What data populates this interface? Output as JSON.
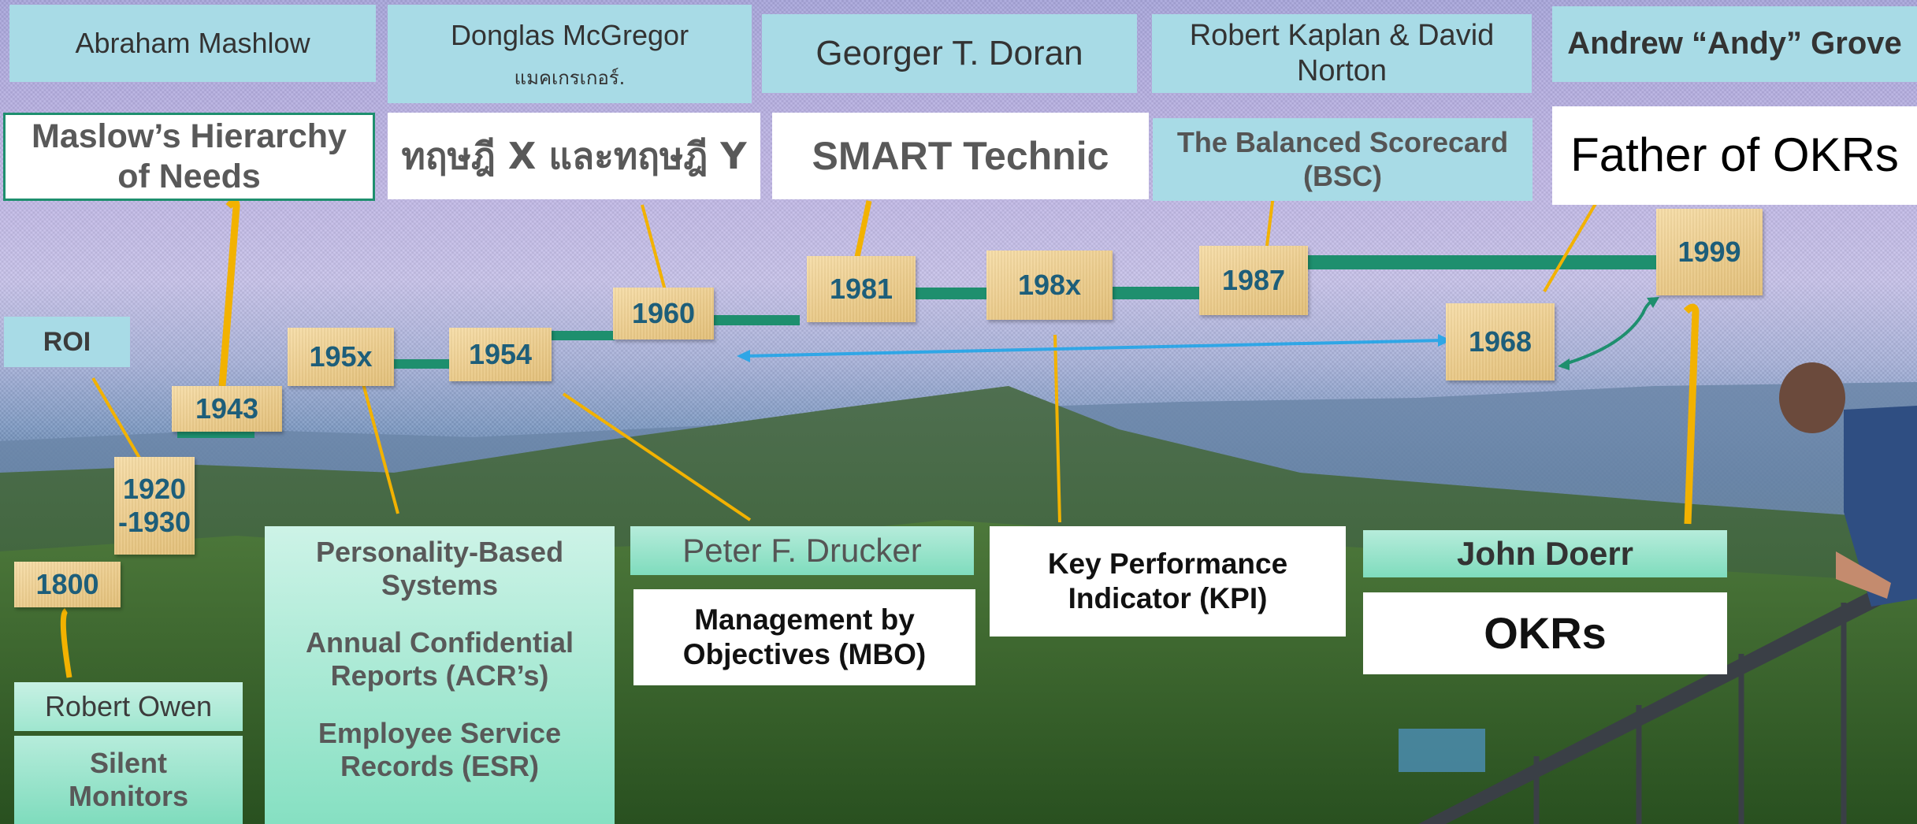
{
  "people": {
    "maslow": "Abraham Mashlow",
    "mcgregor": "Donglas McGregor",
    "mcgregor_thai": "แมคเกรเกอร์.",
    "doran": "Georger T. Doran",
    "kaplan": "Robert Kaplan & David Norton",
    "grove": "Andrew “Andy” Grove",
    "owen": "Robert Owen",
    "drucker": "Peter F. Drucker",
    "doerr": "John Doerr"
  },
  "concepts": {
    "hierarchy": "Maslow’s Hierarchy of Needs",
    "theory_xy": "ทฤษฎี X และทฤษฎี Y",
    "smart": "SMART Technic",
    "bsc": "The Balanced Scorecard (BSC)",
    "father_okr": "Father of OKRs",
    "roi": "ROI",
    "silent_monitors": "Silent Monitors",
    "personality": "Personality-Based Systems",
    "acr": "Annual Confidential Reports (ACR’s)",
    "esr": "Employee Service Records (ESR)",
    "mbo": "Management by Objectives (MBO)",
    "kpi": "Key Performance Indicator (KPI)",
    "okrs": "OKRs"
  },
  "years": {
    "y1800": "1800",
    "y1920": "1920 -1930",
    "y1943": "1943",
    "y195x": "195x",
    "y1954": "1954",
    "y1960": "1960",
    "y1981": "1981",
    "y198x": "198x",
    "y1987": "1987",
    "y1968": "1968",
    "y1999": "1999"
  },
  "colors": {
    "timeline": "#1e8f6e",
    "connector": "#f2b200",
    "link_blue": "#2fa6e6",
    "year_text": "#1d5e7a",
    "label_blue_bg": "#a8dbe6"
  }
}
